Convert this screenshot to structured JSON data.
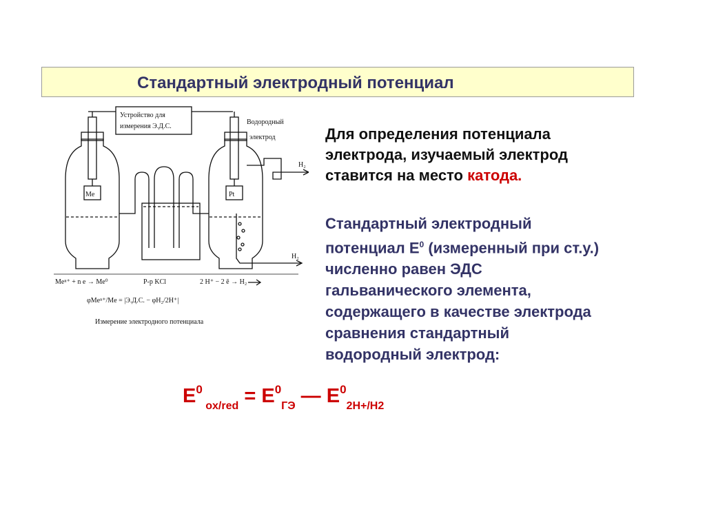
{
  "title": "Стандартный электродный потенциал",
  "diagram": {
    "device_label_1": "Устройство для",
    "device_label_2": "измерения Э.Д.С.",
    "hydrogen_label_1": "Водородный",
    "hydrogen_label_2": "электрод",
    "h2_out": "H₂",
    "h2_in": "H₂",
    "me_label": "Me",
    "pt_label": "Pt",
    "eq_left": "Meⁿ⁺ + n e → Me⁰",
    "eq_middle": "P-p KCl",
    "eq_right": "2 H⁺ − 2 ē → H₂",
    "formula_line": "φMeⁿ⁺/Me = |Э.Д.С. − φH₂/2H⁺|",
    "caption": "Измерение электродного потенциала"
  },
  "paragraph1": {
    "line1": "Для определения потенциала",
    "line2": "электрода, изучаемый электрод",
    "line3_start": "ставится на место ",
    "line3_red": "катода."
  },
  "paragraph2": {
    "line1": "Стандартный электродный",
    "line2_start": "потенциал Е",
    "line2_sup": "0",
    "line2_end": " (измеренный при ст.у.)",
    "line3": "численно равен ЭДС",
    "line4": "гальванического элемента,",
    "line5": "содержащего в качестве электрода",
    "line6": "сравнения стандартный",
    "line7": "водородный электрод:"
  },
  "formula": {
    "e1": "E",
    "sup1": "0",
    "sub1": " ox/red",
    "eq": " = E",
    "sup2": "0",
    "sub2": "ГЭ",
    "dash": " — E",
    "sup3": "0",
    "sub3": "2H+/H2"
  },
  "colors": {
    "title_bg": "#ffffcc",
    "title_text": "#333366",
    "accent_red": "#cc0000",
    "paragraph2_text": "#333366"
  }
}
